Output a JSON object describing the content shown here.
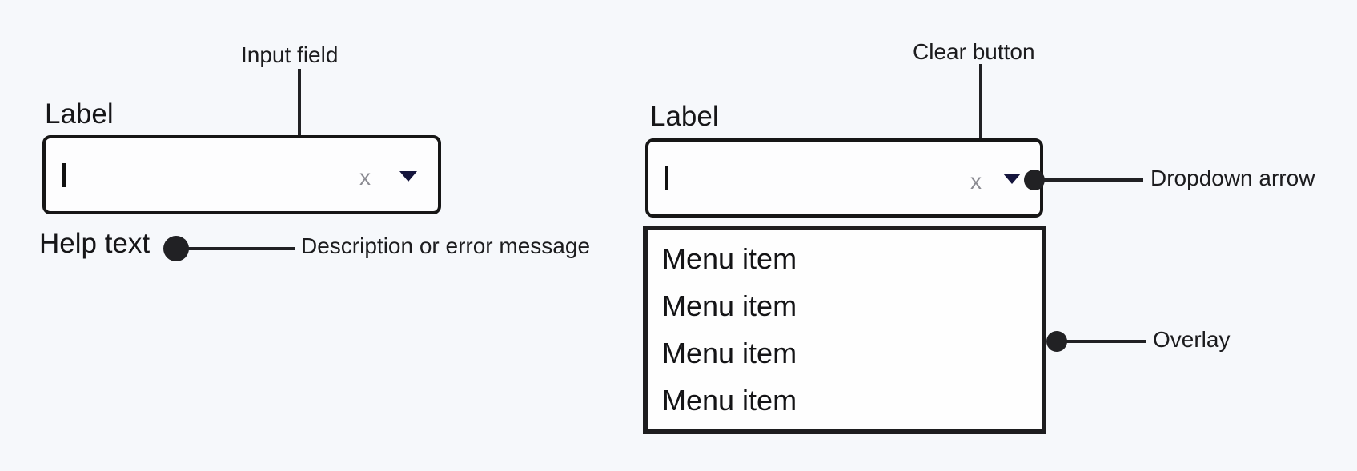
{
  "colors": {
    "background": "#f6f8fb",
    "ink": "#1c1c1e",
    "surface": "#fdfdfe",
    "clear_x_gray": "#8b8b92",
    "arrow_navy": "#15153d"
  },
  "left_combobox": {
    "label": "Label",
    "input": {
      "value": "",
      "clear_glyph": "x"
    },
    "help_text": "Help text",
    "annotations": {
      "input_field": "Input field",
      "help_description": "Description or error message"
    }
  },
  "right_combobox": {
    "label": "Label",
    "input": {
      "value": "",
      "clear_glyph": "x"
    },
    "menu_items": [
      "Menu item",
      "Menu item",
      "Menu item",
      "Menu item"
    ],
    "annotations": {
      "clear_button": "Clear button",
      "dropdown_arrow": "Dropdown arrow",
      "overlay": "Overlay"
    }
  }
}
